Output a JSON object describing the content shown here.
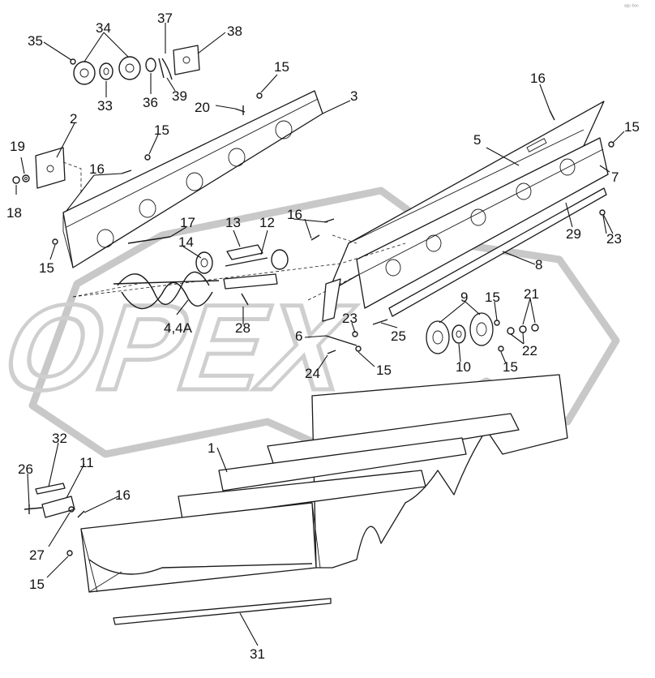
{
  "corner_mark": "ᵃᵖᵖ ᵇᵒᵒ",
  "watermark": {
    "text": "OPEX",
    "color": "#c8c8c8"
  },
  "callouts": [
    {
      "id": "c35",
      "text": "35"
    },
    {
      "id": "c34",
      "text": "34"
    },
    {
      "id": "c37",
      "text": "37"
    },
    {
      "id": "c38",
      "text": "38"
    },
    {
      "id": "c33",
      "text": "33"
    },
    {
      "id": "c36",
      "text": "36"
    },
    {
      "id": "c39",
      "text": "39"
    },
    {
      "id": "c15a",
      "text": "15"
    },
    {
      "id": "c3",
      "text": "3"
    },
    {
      "id": "c20",
      "text": "20"
    },
    {
      "id": "c2",
      "text": "2"
    },
    {
      "id": "c15b",
      "text": "15"
    },
    {
      "id": "c19",
      "text": "19"
    },
    {
      "id": "c16a",
      "text": "16"
    },
    {
      "id": "c18",
      "text": "18"
    },
    {
      "id": "c16b",
      "text": "16"
    },
    {
      "id": "c15c",
      "text": "15"
    },
    {
      "id": "c5",
      "text": "5"
    },
    {
      "id": "c7",
      "text": "7"
    },
    {
      "id": "c17",
      "text": "17"
    },
    {
      "id": "c13",
      "text": "13"
    },
    {
      "id": "c12",
      "text": "12"
    },
    {
      "id": "c16c",
      "text": "16"
    },
    {
      "id": "c14",
      "text": "14"
    },
    {
      "id": "c15d",
      "text": "15"
    },
    {
      "id": "c29",
      "text": "29"
    },
    {
      "id": "c23a",
      "text": "23"
    },
    {
      "id": "c8",
      "text": "8"
    },
    {
      "id": "c9",
      "text": "9"
    },
    {
      "id": "c15e",
      "text": "15"
    },
    {
      "id": "c21",
      "text": "21"
    },
    {
      "id": "c23b",
      "text": "23"
    },
    {
      "id": "c44a",
      "text": "4,4A"
    },
    {
      "id": "c28",
      "text": "28"
    },
    {
      "id": "c25",
      "text": "25"
    },
    {
      "id": "c6",
      "text": "6"
    },
    {
      "id": "c22",
      "text": "22"
    },
    {
      "id": "c10",
      "text": "10"
    },
    {
      "id": "c15f",
      "text": "15"
    },
    {
      "id": "c24",
      "text": "24"
    },
    {
      "id": "c15g",
      "text": "15"
    },
    {
      "id": "c1",
      "text": "1"
    },
    {
      "id": "c32",
      "text": "32"
    },
    {
      "id": "c11",
      "text": "11"
    },
    {
      "id": "c26",
      "text": "26"
    },
    {
      "id": "c16d",
      "text": "16"
    },
    {
      "id": "c27",
      "text": "27"
    },
    {
      "id": "c15h",
      "text": "15"
    },
    {
      "id": "c31",
      "text": "31"
    }
  ]
}
